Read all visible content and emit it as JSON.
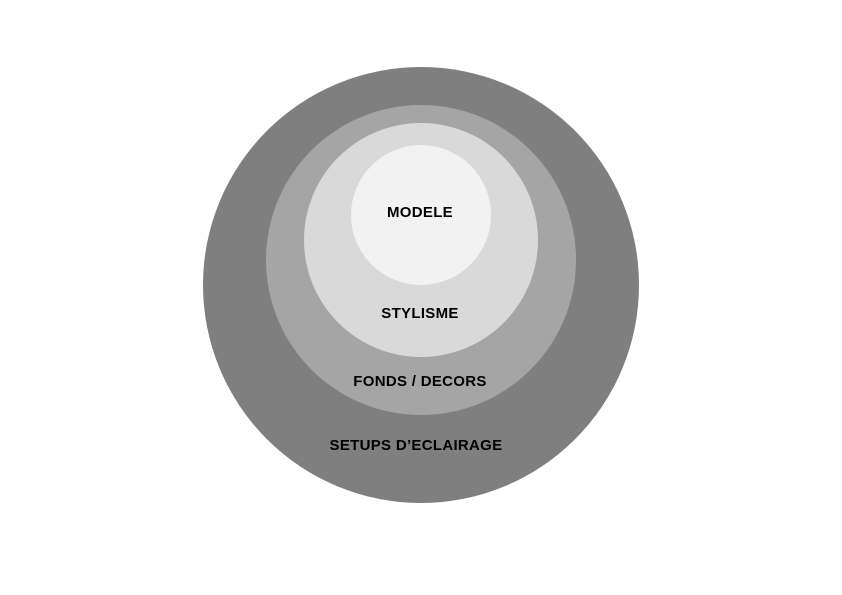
{
  "diagram": {
    "type": "nested-circles",
    "layers": [
      {
        "label": "SETUPS D’ECLAIRAGE",
        "color": "#7f7f7f"
      },
      {
        "label": "FONDS / DECORS",
        "color": "#a6a5a6"
      },
      {
        "label": "STYLISME",
        "color": "#d9d9d9"
      },
      {
        "label": "MODELE",
        "color": "#f3f2f3"
      }
    ]
  }
}
